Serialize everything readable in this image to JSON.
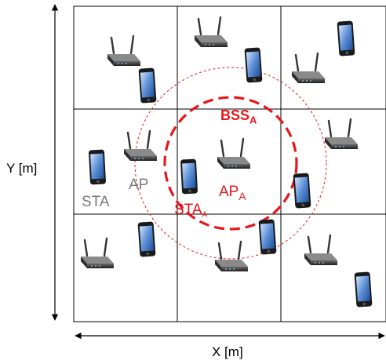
{
  "axes": {
    "y_label": "Y [m]",
    "x_label": "X [m]"
  },
  "labels": {
    "sta": "STA",
    "ap": "AP",
    "ap_a_main": "AP",
    "ap_a_sub": "A",
    "sta_a_main": "STA",
    "sta_a_sub": "A",
    "bss_a_main": "BSS",
    "bss_a_sub": "A"
  },
  "colors": {
    "highlight": "#e8161b",
    "gray_text": "#7a7a7a",
    "grid": "#000000"
  },
  "icons": {
    "access_point": "wifi-router-icon",
    "station": "smartphone-icon"
  }
}
